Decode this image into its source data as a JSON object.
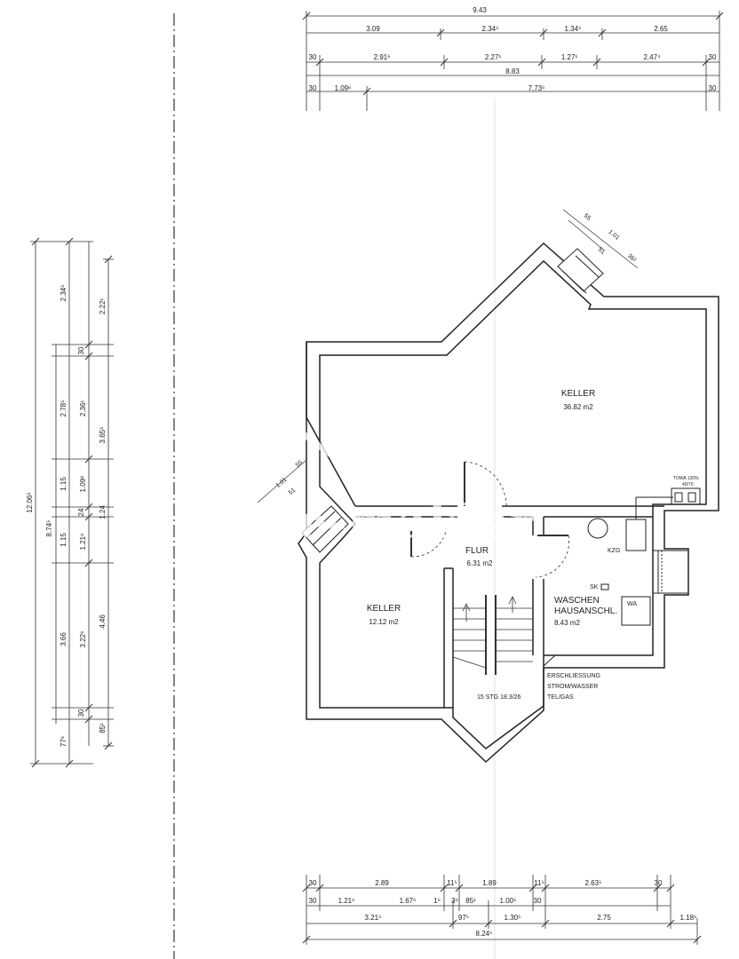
{
  "plan": {
    "rooms": {
      "keller_large": {
        "name": "KELLER",
        "area": "36.82 m2"
      },
      "keller_small": {
        "name": "KELLER",
        "area": "12.12 m2"
      },
      "flur": {
        "name": "FLUR",
        "area": "6.31 m2"
      },
      "waschen": {
        "name1": "WASCHEN",
        "name2": "HAUSANSCHL.",
        "area": "8.43 m2"
      }
    },
    "labels": {
      "kzg": "KZG",
      "sk": "SK",
      "wa": "WA",
      "tank": "TOWA 120%",
      "tank2": "40/70",
      "stair": "15 STG 18.3/26",
      "erschl1": "ERSCHLIESSUNG",
      "erschl2": "STROM/WASSER",
      "erschl3": "TEL/GAS"
    },
    "top_dims": {
      "total": "9.43",
      "row1": [
        "3.09",
        "2.34⁵",
        "1.34⁵",
        "2.65"
      ],
      "row2": [
        "30",
        "2.91⁶",
        "2.27¹",
        "1.27¹",
        "2.47⁴",
        "30"
      ],
      "row3": [
        "8.83"
      ],
      "row4": [
        "30",
        "1.09⁶",
        "7.73⁶",
        "30"
      ]
    },
    "bottom_dims": {
      "row1": [
        "30",
        "2.89",
        "11⁵",
        "1.89",
        "11⁵",
        "2.63⁵",
        "30"
      ],
      "row2": [
        "30",
        "1.21⁶",
        "1.67⁶",
        "1⁶",
        "3⁶",
        "85¹",
        "1.00⁵",
        "30"
      ],
      "row3": [
        "3.21⁵",
        "97⁵",
        "1.30⁵",
        "2.75",
        "1.18⁵"
      ],
      "row4": [
        "8.24⁵"
      ]
    },
    "left_dims": {
      "total": "12.06⁵",
      "col2": [
        "8.74⁵",
        "3.66"
      ],
      "col3": [
        "2.34⁵",
        "30",
        "2.78⁵",
        "1.15",
        "24",
        "1.15",
        "3.22⁶",
        "30",
        "77⁶"
      ],
      "col4": [
        "2.36¹",
        "1.09⁶",
        "1.21⁶",
        "85¹"
      ],
      "col5": [
        "2.22¹",
        "3.65⁵",
        "1.24",
        "4.46"
      ]
    },
    "window_dims": {
      "top": [
        "55",
        "1.01",
        "51",
        "36²"
      ],
      "left": [
        "55",
        "1.01",
        "51"
      ]
    }
  },
  "watermark": {
    "text": "ohne-makler"
  }
}
